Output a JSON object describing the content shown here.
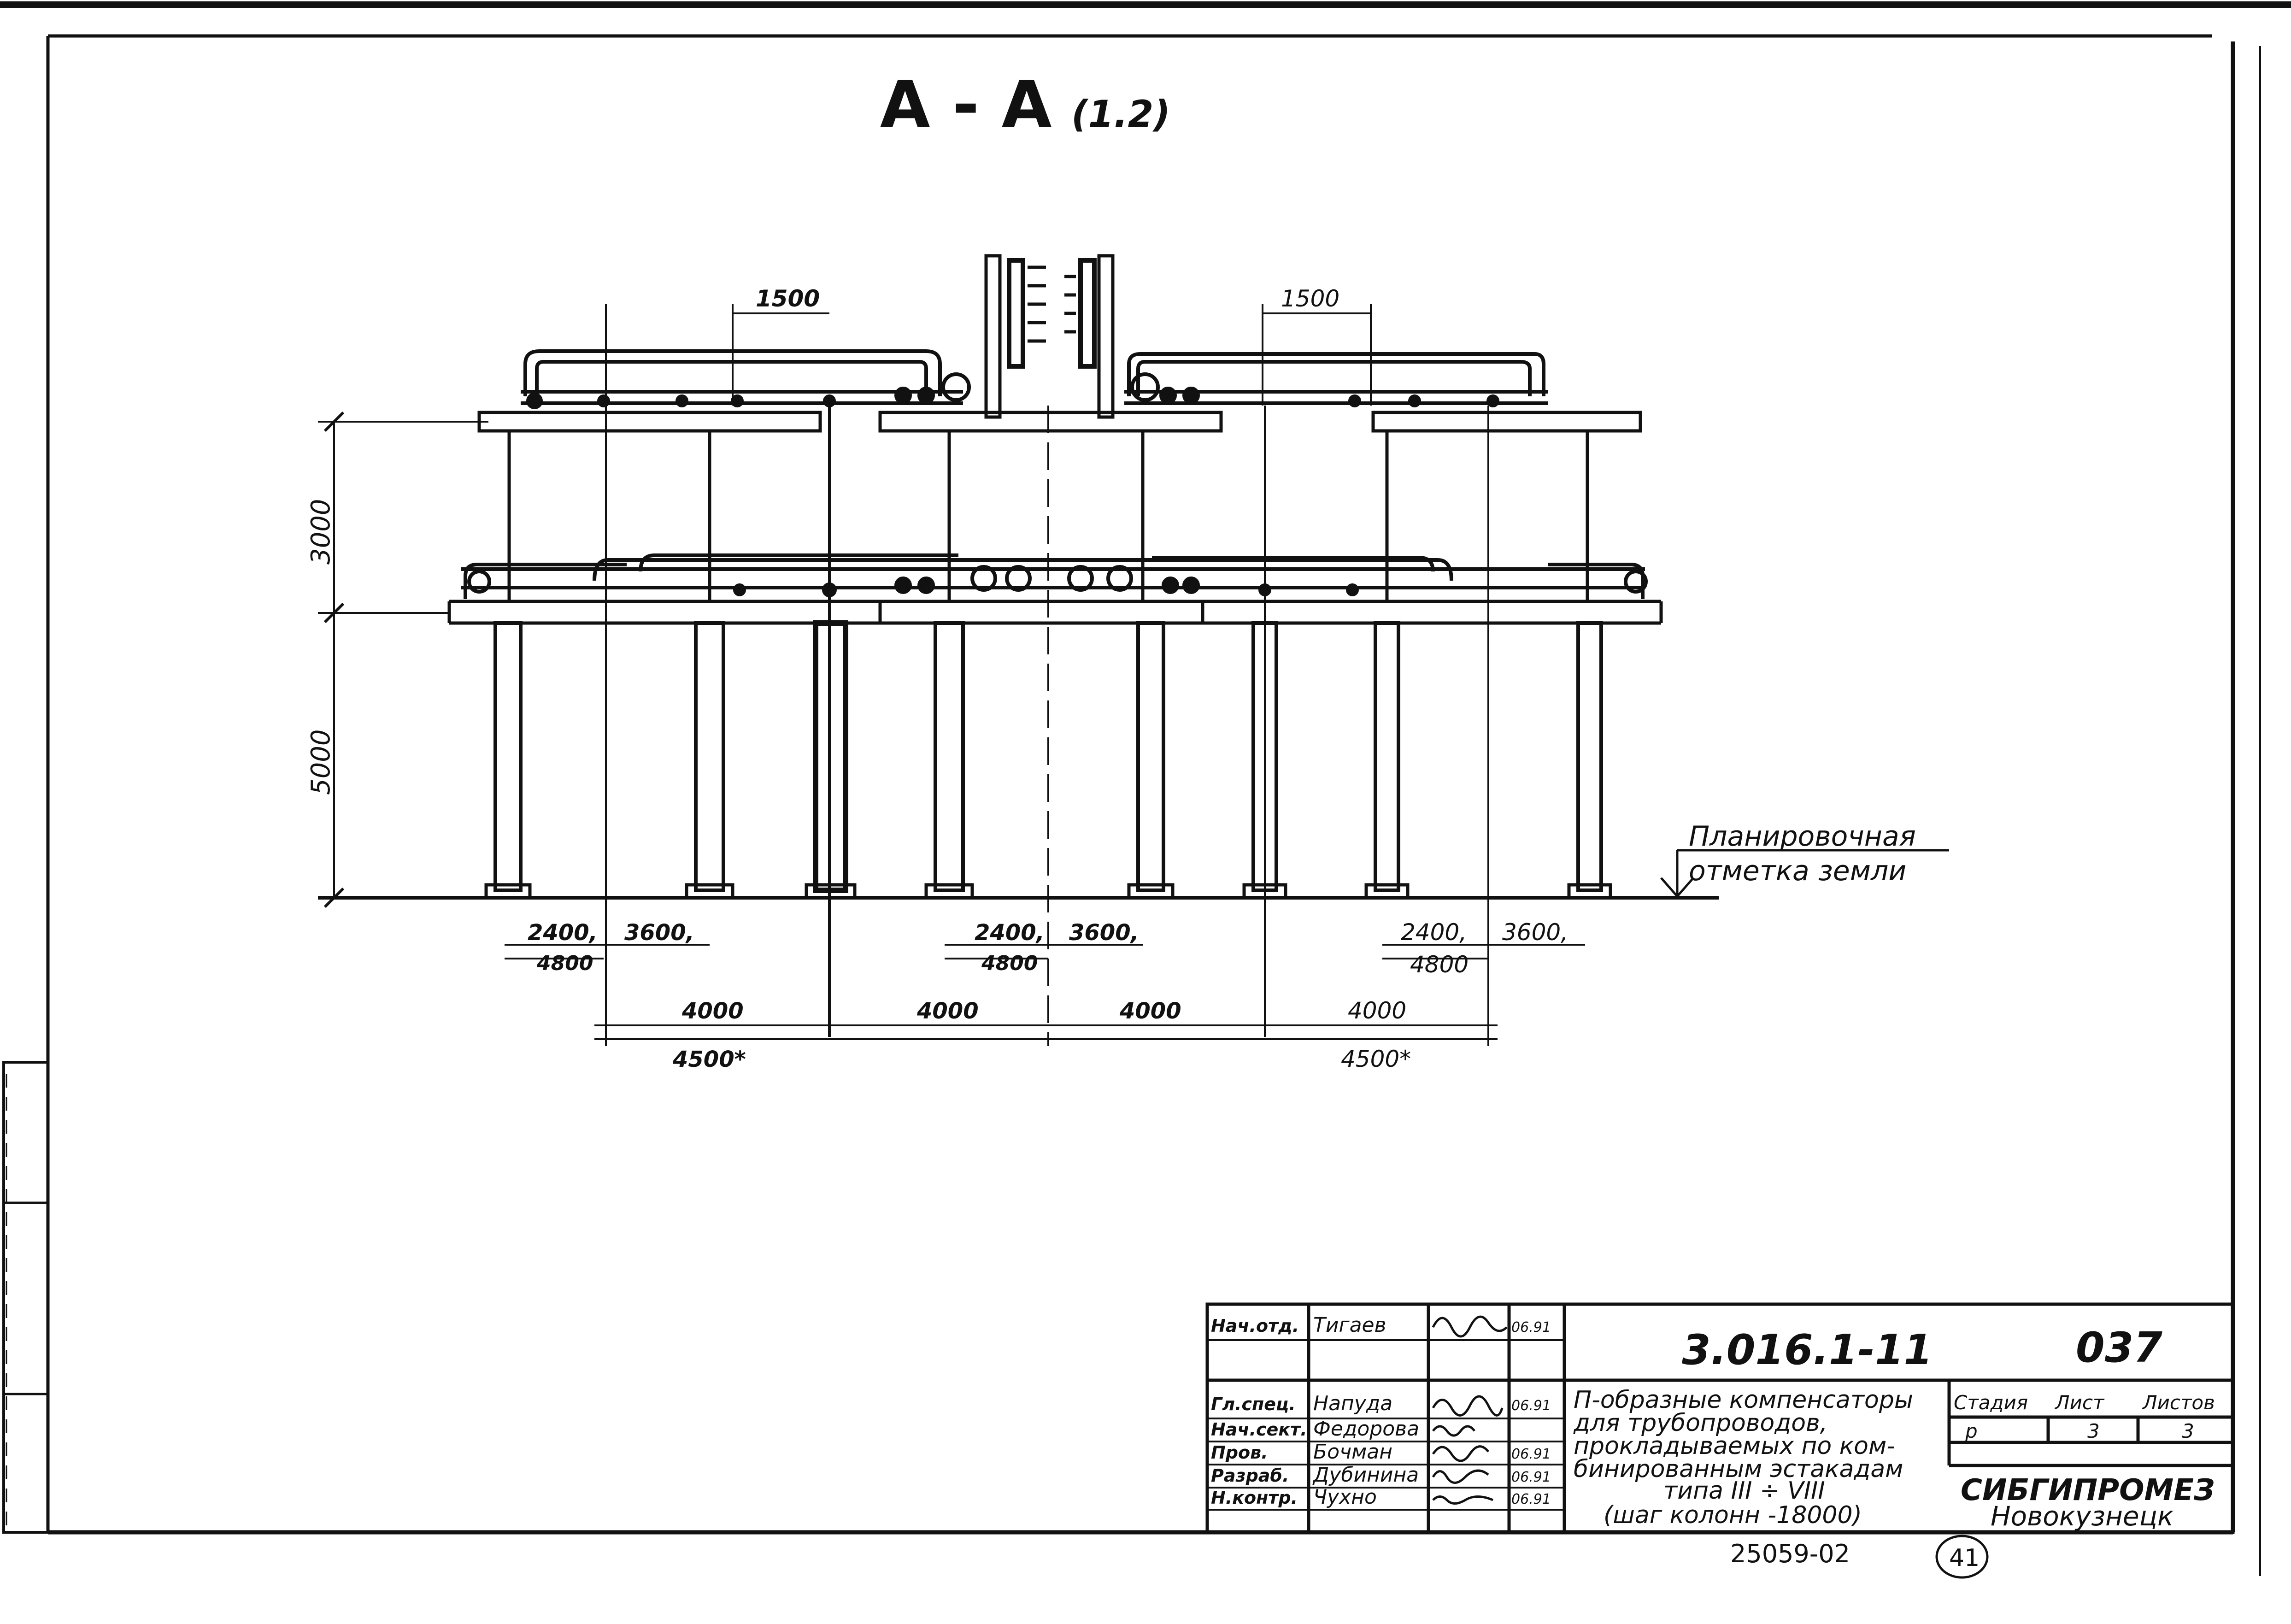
{
  "section": {
    "title": "А - А",
    "scale_note": "(1.2)"
  },
  "dimensions": {
    "tier_height_upper": "3000",
    "tier_height_lower": "5000",
    "compensator_width_left": "1500",
    "compensator_width_right": "1500",
    "left_group": {
      "a": "2400,",
      "b": "3600,",
      "c": "4800"
    },
    "middle_group": {
      "a": "2400,",
      "b": "3600,",
      "c": "4800"
    },
    "right_group": {
      "a": "2400,",
      "b": "3600,",
      "c": "4800"
    },
    "spacing_row": [
      "4000",
      "4000",
      "4000",
      "4000"
    ],
    "overall_left": "4500*",
    "overall_right": "4500*"
  },
  "ground_note": {
    "line1": "Планировочная",
    "line2": "отметка земли"
  },
  "title_block": {
    "code": "3.016.1-11",
    "sheet_number": "037",
    "description": [
      "П-образные компенсаторы",
      "для трубопроводов,",
      "прокладываемых по ком-",
      "бинированным эстакадам",
      "типа III ÷ VIII",
      "(шаг колонн -18000)"
    ],
    "roles": [
      {
        "role": "Нач.отд.",
        "name": "Тигаев",
        "date": "06.91"
      },
      {
        "role": "Гл.спец.",
        "name": "Напуда",
        "date": "06.91"
      },
      {
        "role": "Нач.сект.",
        "name": "Федорова",
        "date": ""
      },
      {
        "role": "Пров.",
        "name": "Бочман",
        "date": "06.91"
      },
      {
        "role": "Разраб.",
        "name": "Дубинина",
        "date": "06.91"
      },
      {
        "role": "Н.контр.",
        "name": "Чухно",
        "date": "06.91"
      }
    ],
    "stage_header": "Стадия",
    "sheet_header": "Лист",
    "sheets_header": "Листов",
    "stage": "р",
    "sheet": "3",
    "sheets": "3",
    "organization": "СИБГИПРОМЕЗ",
    "city": "Новокузнецк"
  },
  "archive_number": "25059-02",
  "page_number": "41"
}
